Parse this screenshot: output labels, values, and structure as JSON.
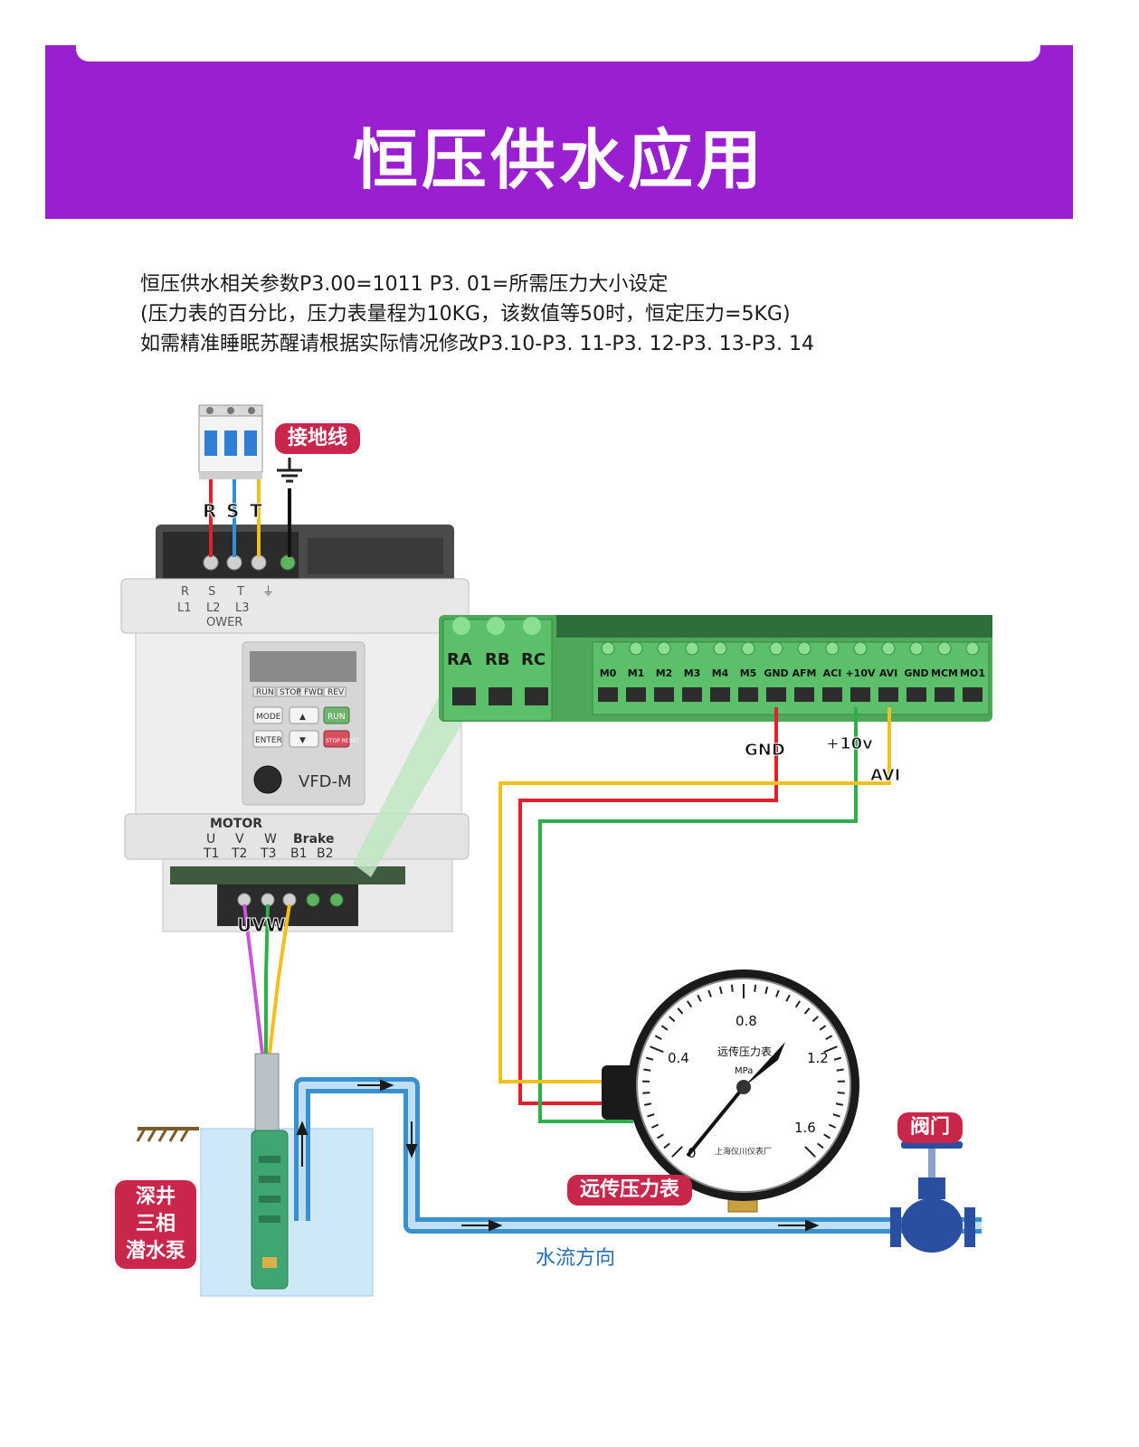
{
  "banner": {
    "title": "恒压供水应用"
  },
  "description": {
    "line1": "恒压供水相关参数P3.00=1011  P3. 01=所需压力大小设定",
    "line2": "(压力表的百分比，压力表量程为10KG，该数值等50时，恒定压力=5KG)",
    "line3": "如需精准睡眠苏醒请根据实际情况修改P3.10-P3. 11-P3. 12-P3. 13-P3. 14"
  },
  "labels": {
    "ground_wire": "接地线",
    "pump": [
      "深井",
      "三相",
      "潜水泵"
    ],
    "gauge_tag": "远传压力表",
    "valve": "阀门",
    "flow_direction": "水流方向"
  },
  "vfd": {
    "power_labels_top": [
      "R",
      "S",
      "T"
    ],
    "power_terminals_top": [
      "R",
      "S",
      "T",
      "⏚"
    ],
    "power_terminals_bottom": [
      "L1",
      "L2",
      "L3"
    ],
    "power_caption": "OWER",
    "model": "VFD-M",
    "keys_top": [
      "RUN",
      "STOP",
      "FWD",
      "REV"
    ],
    "keys": [
      "MODE",
      "▲",
      "RUN",
      "ENTER",
      "▼",
      "STOP RESET"
    ],
    "motor_caption": "MOTOR",
    "motor_terminals": [
      "U",
      "V",
      "W"
    ],
    "motor_terminals_bottom": [
      "T1",
      "T2",
      "T3"
    ],
    "brake_caption": "Brake",
    "brake_terminals": [
      "B1",
      "B2"
    ],
    "output_label": "UVW"
  },
  "control_board": {
    "relay_terminals": [
      "RA",
      "RB",
      "RC"
    ],
    "terminals": [
      "M0",
      "M1",
      "M2",
      "M3",
      "M4",
      "M5",
      "GND",
      "AFM",
      "ACI",
      "+10V",
      "AVI",
      "GND",
      "MCM",
      "MO1"
    ],
    "wire_labels": {
      "gnd": "GND",
      "plus10v": "+10v",
      "avi": "AVI"
    }
  },
  "gauge": {
    "title": "远传压力表",
    "unit": "MPa",
    "scale": [
      "0",
      "0.4",
      "0.8",
      "1.2",
      "1.6"
    ],
    "maker": "上海仪川仪表厂"
  },
  "colors": {
    "banner": "#9a1fd1",
    "tag": "#c8264a",
    "wire_red": "#e0202a",
    "wire_yellow": "#f2c01e",
    "wire_green": "#2fae4a",
    "wire_blue": "#2f8fd8",
    "wire_purple": "#c657d8",
    "pipe": "#3a90cf",
    "water": "#cfe8f8"
  }
}
